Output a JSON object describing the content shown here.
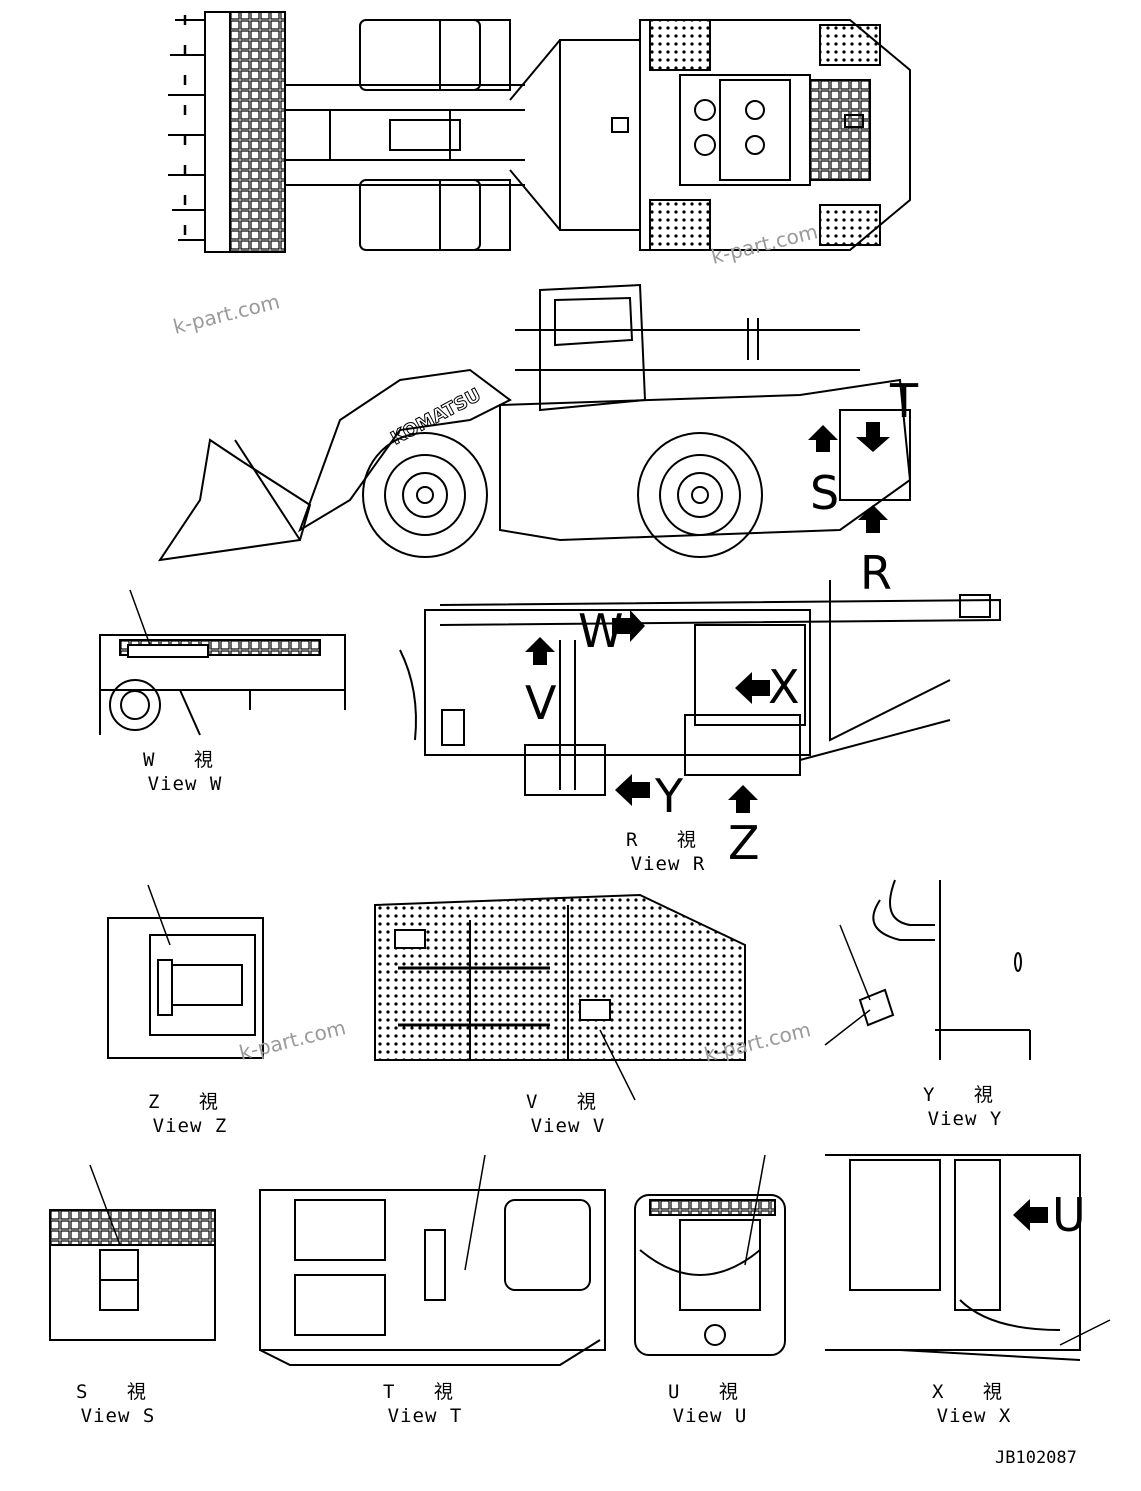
{
  "views": [
    {
      "id": "W",
      "jp": "W 視",
      "en": "View W"
    },
    {
      "id": "R",
      "jp": "R 視",
      "en": "View R"
    },
    {
      "id": "Z",
      "jp": "Z 視",
      "en": "View Z"
    },
    {
      "id": "V",
      "jp": "V 視",
      "en": "View V"
    },
    {
      "id": "Y",
      "jp": "Y 視",
      "en": "View Y"
    },
    {
      "id": "S",
      "jp": "S 視",
      "en": "View S"
    },
    {
      "id": "T",
      "jp": "T 視",
      "en": "View T"
    },
    {
      "id": "U",
      "jp": "U 視",
      "en": "View U"
    },
    {
      "id": "X",
      "jp": "X 視",
      "en": "View X"
    }
  ],
  "arrow_letters": {
    "T": "T",
    "S": "S",
    "R": "R",
    "W": "W",
    "V": "V",
    "X": "X",
    "Y": "Y",
    "Z": "Z",
    "U": "U"
  },
  "watermark": "k-part.com",
  "drawing_code": "JB102087",
  "machine_brand": "KOMATSU",
  "colors": {
    "line": "#000000",
    "background": "#ffffff",
    "watermark": "#9a9a9a"
  }
}
